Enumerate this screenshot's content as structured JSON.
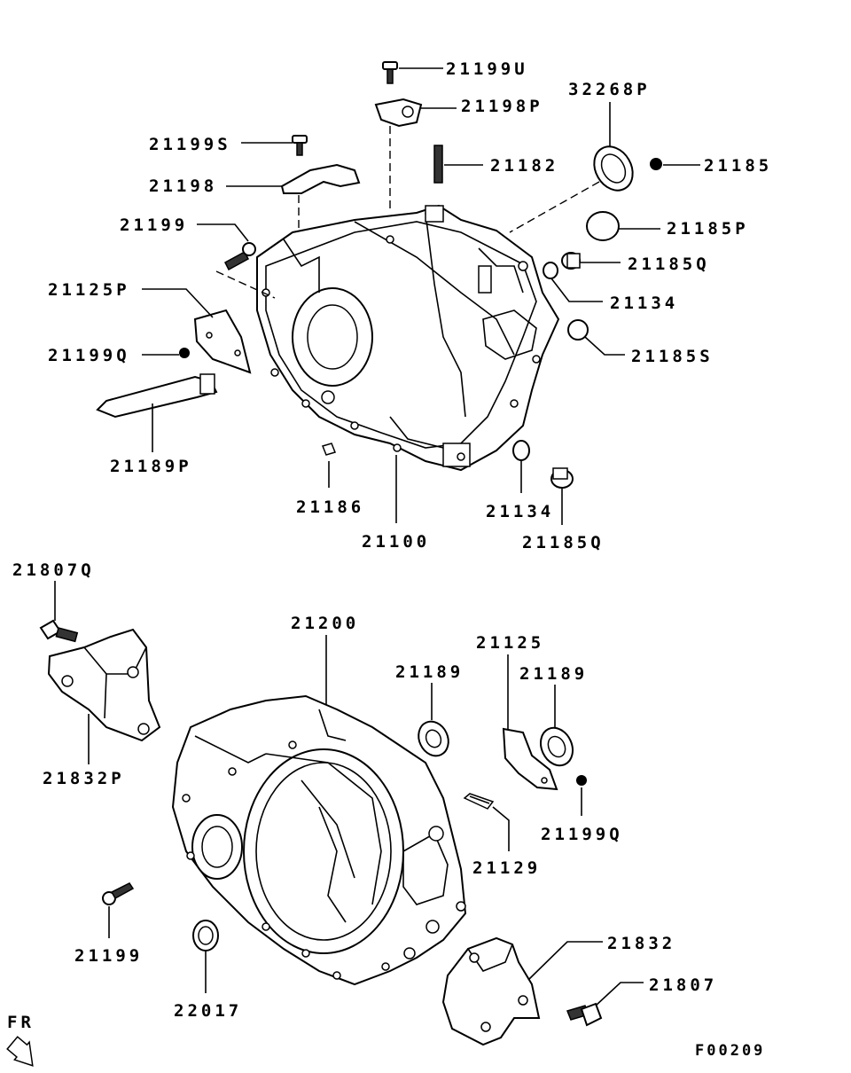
{
  "diagram": {
    "labels": {
      "p21199U": "21199U",
      "p21198P": "21198P",
      "p32268P": "32268P",
      "p21199S": "21199S",
      "p21182": "21182",
      "p21185": "21185",
      "p21198": "21198",
      "p21199_top": "21199",
      "p21185P": "21185P",
      "p21185Q_top": "21185Q",
      "p21125P": "21125P",
      "p21134_top": "21134",
      "p21199Q_top": "21199Q",
      "p21185S": "21185S",
      "p21189P": "21189P",
      "p21186": "21186",
      "p21134_bot": "21134",
      "p21100": "21100",
      "p21185Q_bot": "21185Q",
      "p21807Q": "21807Q",
      "p21200": "21200",
      "p21125": "21125",
      "p21189_left": "21189",
      "p21189_right": "21189",
      "p21832P": "21832P",
      "p21199Q_bot": "21199Q",
      "p21129": "21129",
      "p21199_bot": "21199",
      "p21832": "21832",
      "p21807": "21807",
      "p22017": "22017",
      "fr": "FR",
      "code": "F00209"
    }
  }
}
